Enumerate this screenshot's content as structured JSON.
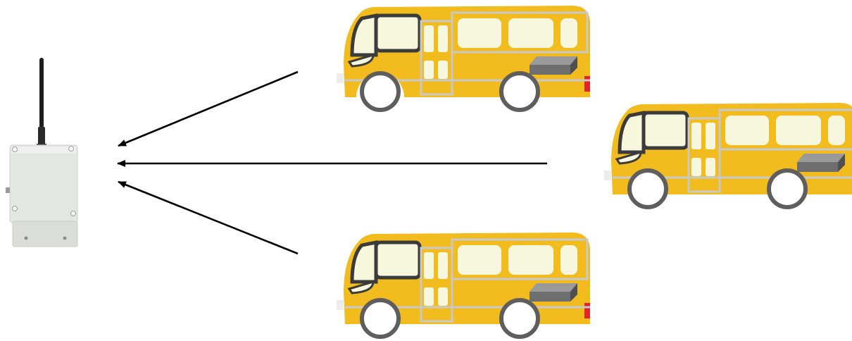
{
  "colors": {
    "bus_body": "#F2BC1F",
    "bus_outline": "#C9C9C9",
    "window_fill": "#F6F7DC",
    "window_frame": "#3B3B3B",
    "wheel_tire": "#5E5E5E",
    "wheel_hub": "#FFFFFF",
    "tag_box": "#6E6E6E",
    "tail_light": "#E3222B",
    "gateway_body": "#E4E6E4",
    "antenna": "#1F1F1F",
    "arrow": "#000000"
  },
  "nodes": {
    "gateway": {
      "type": "wireless-receiver-box",
      "icon": "gateway-with-antenna"
    },
    "buses": [
      {
        "id": "bus-1",
        "icon": "school-bus",
        "carries_tag": true
      },
      {
        "id": "bus-2",
        "icon": "school-bus",
        "carries_tag": true
      },
      {
        "id": "bus-3",
        "icon": "school-bus",
        "carries_tag": true
      }
    ]
  },
  "edges": [
    {
      "from": "bus-1",
      "to": "gateway"
    },
    {
      "from": "bus-2",
      "to": "gateway"
    },
    {
      "from": "bus-3",
      "to": "gateway"
    }
  ]
}
